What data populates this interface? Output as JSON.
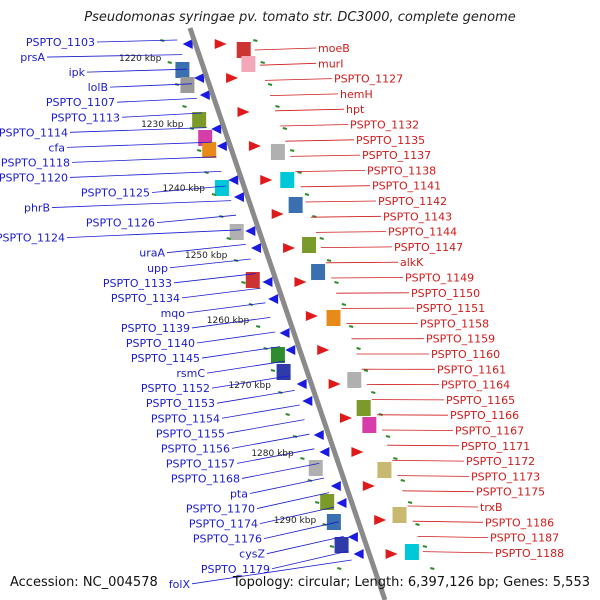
{
  "title": "Pseudomonas syringae pv. tomato str. DC3000, complete genome",
  "footer": {
    "accession": "Accession: NC_004578",
    "summary": "Topology: circular; Length: 6,397,126 bp; Genes: 5,553"
  },
  "colors": {
    "left_labels": "#1a1ad0",
    "right_labels": "#d01a1a",
    "backbone": "#8a8a8a",
    "tick": "#2e8b2e"
  },
  "kbp_marks": [
    "1220 kbp",
    "1230 kbp",
    "1240 kbp",
    "1250 kbp",
    "1260 kbp",
    "1270 kbp",
    "1280 kbp",
    "1290 kbp"
  ],
  "left_labels": [
    "PSPTO_1103",
    "prsA",
    "ipk",
    "lolB",
    "PSPTO_1107",
    "PSPTO_1113",
    "PSPTO_1114",
    "cfa",
    "PSPTO_1118",
    "PSPTO_1120",
    "PSPTO_1125",
    "phrB",
    "PSPTO_1126",
    "PSPTO_1124",
    "uraA",
    "upp",
    "PSPTO_1133",
    "PSPTO_1134",
    "mqo",
    "PSPTO_1139",
    "PSPTO_1140",
    "PSPTO_1145",
    "rsmC",
    "PSPTO_1152",
    "PSPTO_1153",
    "PSPTO_1154",
    "PSPTO_1155",
    "PSPTO_1156",
    "PSPTO_1157",
    "PSPTO_1168",
    "pta",
    "PSPTO_1170",
    "PSPTO_1174",
    "PSPTO_1176",
    "cysZ",
    "PSPTO_1179",
    "folX"
  ],
  "right_labels": [
    "moeB",
    "murI",
    "PSPTO_1127",
    "hemH",
    "hpt",
    "PSPTO_1132",
    "PSPTO_1135",
    "PSPTO_1137",
    "PSPTO_1138",
    "PSPTO_1141",
    "PSPTO_1142",
    "PSPTO_1143",
    "PSPTO_1144",
    "PSPTO_1147",
    "alkK",
    "PSPTO_1149",
    "PSPTO_1150",
    "PSPTO_1151",
    "PSPTO_1158",
    "PSPTO_1159",
    "PSPTO_1160",
    "PSPTO_1161",
    "PSPTO_1164",
    "PSPTO_1165",
    "PSPTO_1166",
    "PSPTO_1167",
    "PSPTO_1171",
    "PSPTO_1172",
    "PSPTO_1173",
    "PSPTO_1175",
    "trxB",
    "PSPTO_1186",
    "PSPTO_1187",
    "PSPTO_1188"
  ]
}
